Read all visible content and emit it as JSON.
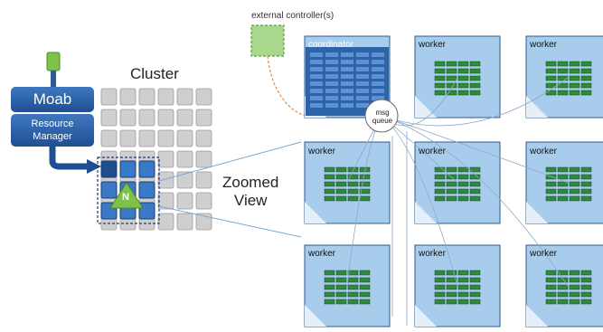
{
  "moab": {
    "title": "Moab",
    "subtitle_line1": "Resource",
    "subtitle_line2": "Manager"
  },
  "cluster": {
    "title": "Cluster"
  },
  "zoomed": {
    "line1": "Zoomed",
    "line2": "View"
  },
  "node_badge": "N",
  "external": {
    "label": "external controller(s)"
  },
  "coordinator": {
    "label": "coordinator"
  },
  "queue": {
    "line1": "msg",
    "line2": "queue"
  },
  "worker_label": "worker",
  "colors": {
    "node_blue": "#3a78c8",
    "node_gray": "#cfcfcf",
    "panel_blue": "#a8ccec",
    "coordinator_blue": "#2d64a8",
    "chip_green": "#2f8a3a",
    "controller_green": "#a9d88d",
    "arrow_orange": "#e58a3a"
  },
  "icons": {
    "plug": "green-plug-icon",
    "node": "triangle-node-icon"
  }
}
